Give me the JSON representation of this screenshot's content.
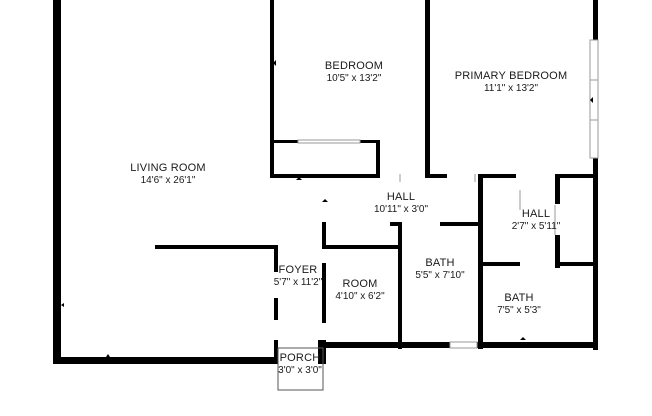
{
  "rooms": {
    "living_room": {
      "name": "LIVING ROOM",
      "dims": "14'6\" x 26'1\""
    },
    "bedroom": {
      "name": "BEDROOM",
      "dims": "10'5\" x 13'2\""
    },
    "primary_bedroom": {
      "name": "PRIMARY BEDROOM",
      "dims": "11'1\" x 13'2\""
    },
    "hall_main": {
      "name": "HALL",
      "dims": "10'11\" x 3'0\""
    },
    "hall_small": {
      "name": "HALL",
      "dims": "2'7\" x 5'11\""
    },
    "foyer": {
      "name": "FOYER",
      "dims": "5'7\" x 11'2\""
    },
    "room": {
      "name": "ROOM",
      "dims": "4'10\" x 6'2\""
    },
    "bath_center": {
      "name": "BATH",
      "dims": "5'5\" x 7'10\""
    },
    "bath_right": {
      "name": "BATH",
      "dims": "7'5\" x 5'3\""
    },
    "porch": {
      "name": "PORCH",
      "dims": "3'0\" x 3'0\""
    }
  },
  "colors": {
    "wall": "#000000",
    "window": "#9a9a9a",
    "text": "#1a1a1a"
  }
}
